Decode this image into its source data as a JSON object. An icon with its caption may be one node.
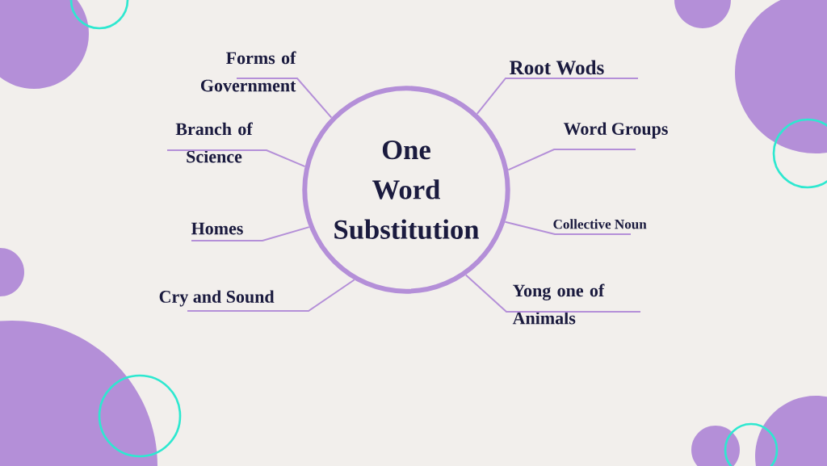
{
  "diagram": {
    "nodes": [
      {
        "text": [
          "One Word Substitution"
        ]
      },
      {
        "text": [
          "Forms of Government"
        ]
      },
      {
        "text": [
          "Branch of Science"
        ]
      },
      {
        "text": [
          "Homes"
        ]
      },
      {
        "text": [
          "Cry and Sound"
        ]
      },
      {
        "text": [
          "Root Wods"
        ]
      },
      {
        "text": [
          "Word Groups"
        ]
      },
      {
        "text": [
          "Collective Noun"
        ]
      },
      {
        "text": [
          "Yong one of Animals"
        ]
      }
    ],
    "edges": [
      {
        "from": 0,
        "to": 1,
        "arrow": "none"
      },
      {
        "from": 0,
        "to": 2,
        "arrow": "none"
      },
      {
        "from": 0,
        "to": 3,
        "arrow": "none"
      },
      {
        "from": 0,
        "to": 4,
        "arrow": "none"
      },
      {
        "from": 0,
        "to": 5,
        "arrow": "none"
      },
      {
        "from": 0,
        "to": 6,
        "arrow": "none"
      },
      {
        "from": 0,
        "to": 7,
        "arrow": "none"
      },
      {
        "from": 0,
        "to": 8,
        "arrow": "none"
      }
    ]
  }
}
